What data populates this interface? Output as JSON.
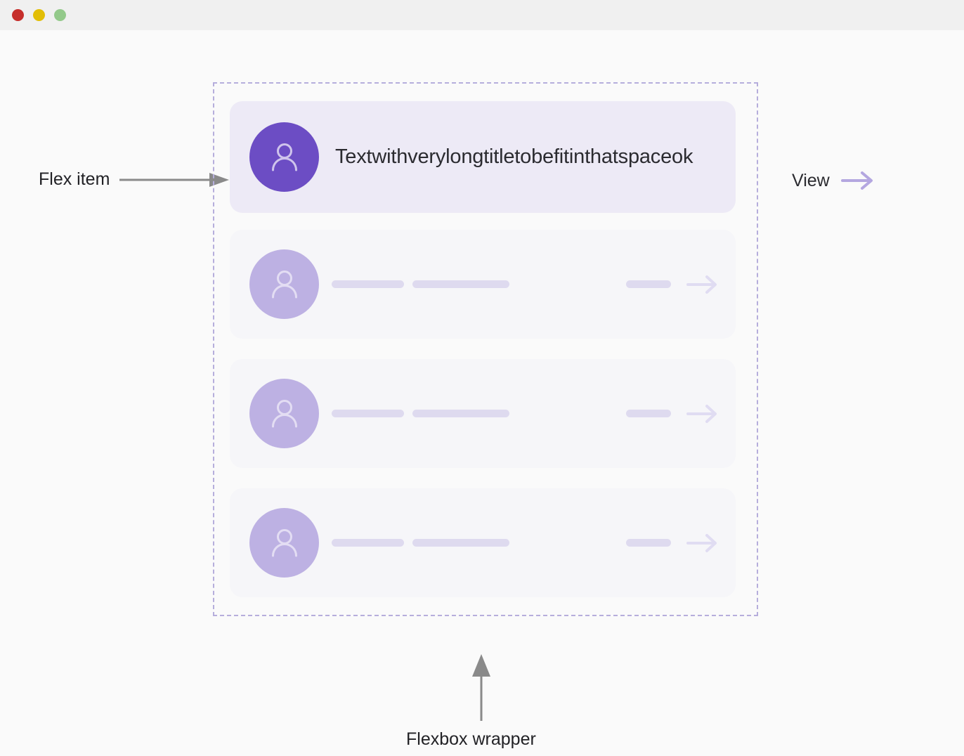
{
  "window": {
    "traffic_lights": [
      {
        "name": "close",
        "color": "#C62F2B"
      },
      {
        "name": "minimize",
        "color": "#E2BE06"
      },
      {
        "name": "maximize",
        "color": "#93C98A"
      }
    ]
  },
  "colors": {
    "canvas_bg": "#FAFAFA",
    "titlebar_bg": "#F0F0F0",
    "wrapper_dash": "#B6AEDC",
    "card_primary_bg": "#EDEAF6",
    "card_skeleton_bg": "#F6F6F9",
    "avatar_primary": "#6C4DC4",
    "avatar_skeleton": "#BDB1E3",
    "skeleton_bar": "#DEDAEF",
    "skeleton_arrow": "#E0DCF2",
    "view_arrow": "#B4A7E0",
    "annotation_arrow": "#8A8A8A",
    "text_primary": "#2B2B30"
  },
  "wrapper": {
    "label": "Flexbox wrapper",
    "icon": "dashed-outline"
  },
  "annotations": {
    "flex_item": {
      "label": "Flex item",
      "arrow_icon": "arrow-right-icon"
    },
    "flexbox_wrapper": {
      "label": "Flexbox wrapper",
      "arrow_icon": "arrow-up-icon"
    }
  },
  "cards": [
    {
      "type": "primary",
      "avatar_icon": "user-avatar-icon",
      "title": "Textwithverylongtitletobefitinthatspaceok",
      "action_label": "View",
      "action_icon": "arrow-right-icon"
    },
    {
      "type": "skeleton",
      "avatar_icon": "user-avatar-icon",
      "placeholder_bars": [
        "bar-short",
        "bar-long"
      ],
      "action_placeholder": "bar-tiny",
      "action_icon": "arrow-right-icon"
    },
    {
      "type": "skeleton",
      "avatar_icon": "user-avatar-icon",
      "placeholder_bars": [
        "bar-short",
        "bar-long"
      ],
      "action_placeholder": "bar-tiny",
      "action_icon": "arrow-right-icon"
    },
    {
      "type": "skeleton",
      "avatar_icon": "user-avatar-icon",
      "placeholder_bars": [
        "bar-short",
        "bar-long"
      ],
      "action_placeholder": "bar-tiny",
      "action_icon": "arrow-right-icon"
    }
  ]
}
